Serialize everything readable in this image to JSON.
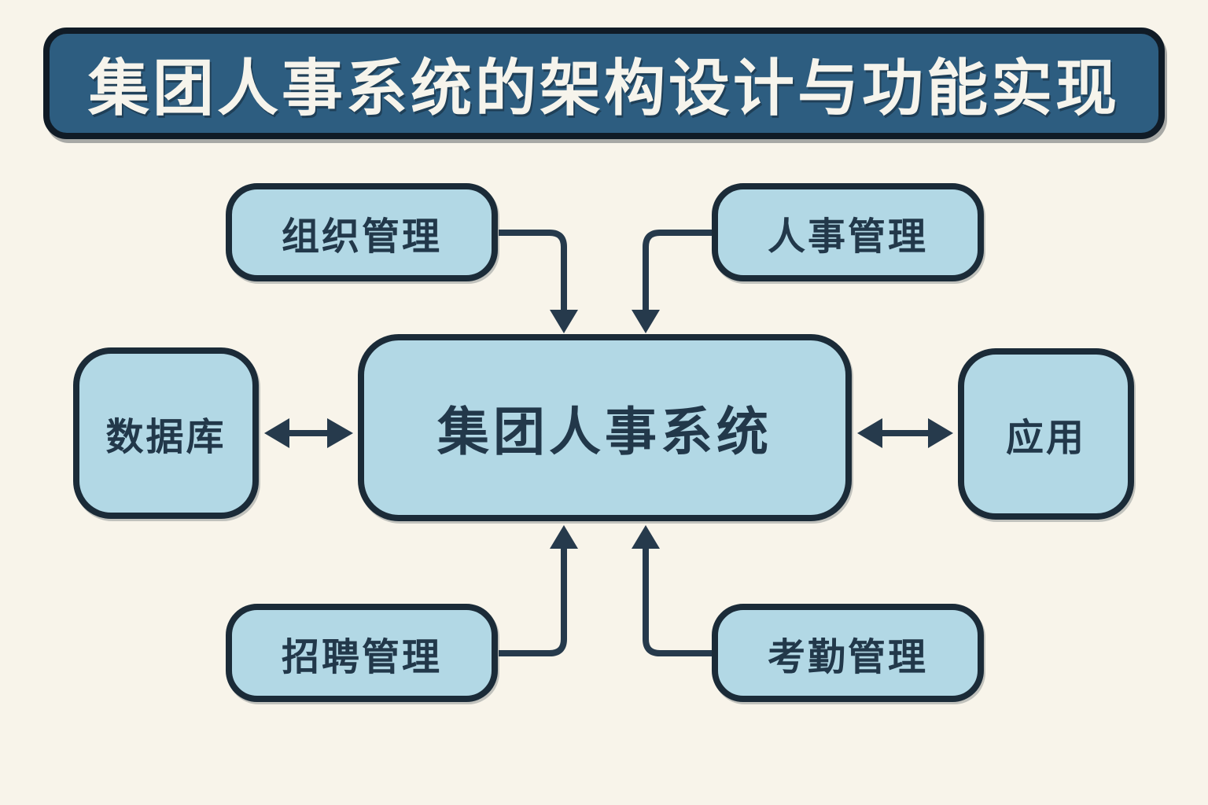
{
  "title": "集团人事系统的架构设计与功能实现",
  "diagram": {
    "center": {
      "label": "集团人事系统"
    },
    "nodes": {
      "org": {
        "label": "组织管理",
        "position": "top-left"
      },
      "hr": {
        "label": "人事管理",
        "position": "top-right"
      },
      "db": {
        "label": "数据库",
        "position": "middle-left"
      },
      "app": {
        "label": "应用",
        "position": "middle-right"
      },
      "recruit": {
        "label": "招聘管理",
        "position": "bottom-left"
      },
      "attend": {
        "label": "考勤管理",
        "position": "bottom-right"
      }
    },
    "edges": [
      {
        "from": "组织管理",
        "to": "集团人事系统",
        "type": "arrow"
      },
      {
        "from": "人事管理",
        "to": "集团人事系统",
        "type": "arrow"
      },
      {
        "from": "招聘管理",
        "to": "集团人事系统",
        "type": "arrow"
      },
      {
        "from": "考勤管理",
        "to": "集团人事系统",
        "type": "arrow"
      },
      {
        "from": "数据库",
        "to": "集团人事系统",
        "type": "double-arrow"
      },
      {
        "from": "集团人事系统",
        "to": "应用",
        "type": "double-arrow"
      }
    ]
  },
  "colors": {
    "bg": "#f8f4ea",
    "banner-fill": "#2d5d80",
    "banner-border": "#101b26",
    "node-fill": "#b2d8e5",
    "node-border": "#1b2b38",
    "node-text": "#22384a",
    "arrow": "#263a4c",
    "title-text": "#f6f4ec"
  }
}
